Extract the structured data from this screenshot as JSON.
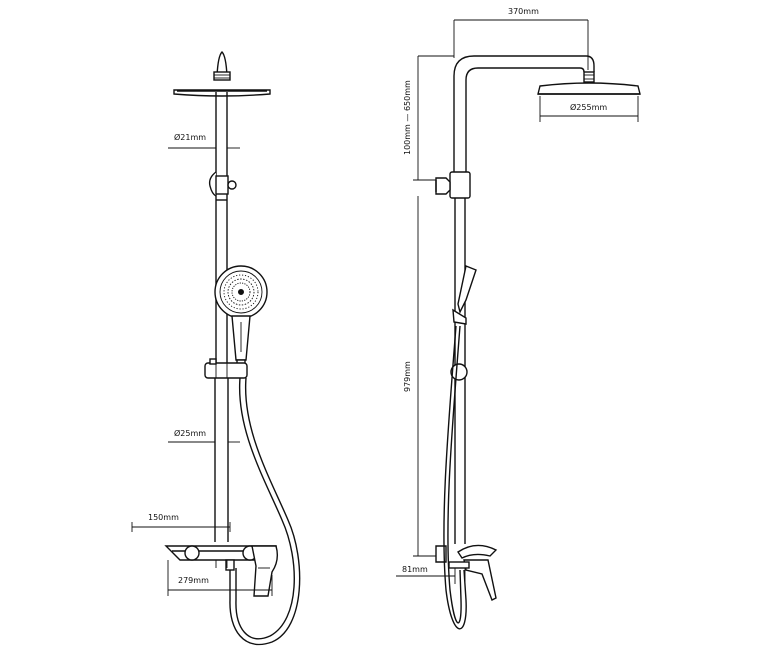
{
  "colors": {
    "line": "#111111",
    "background": "#ffffff"
  },
  "dimensions": {
    "pipe_diameter_top": "Ø21mm",
    "pipe_diameter_bottom": "Ø25mm",
    "shelf_depth": "150mm",
    "shelf_width": "279mm",
    "arm_length": "370mm",
    "head_diameter": "Ø255mm",
    "height_range": "100mm — 650mm",
    "riser_height": "979mm",
    "mixer_offset": "81mm"
  }
}
